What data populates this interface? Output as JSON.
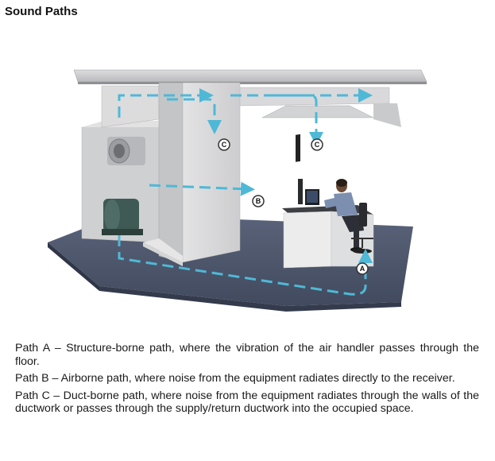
{
  "title": "Sound Paths",
  "markers": {
    "a": "A",
    "b": "B",
    "c": "C"
  },
  "captions": [
    {
      "label": "Path A –",
      "text": "Structure-borne path, where the vibration of the air handler passes through the floor."
    },
    {
      "label": "Path B –",
      "text": "Airborne path, where noise from the equipment radiates directly to the receiver."
    },
    {
      "label": "Path C –",
      "text": "Duct-borne path, where noise from the equipment radiates through the walls of the ductwork or passes through the supply/return ductwork into the occupied space."
    }
  ],
  "colors": {
    "arrow": "#4fb8d6",
    "floor": "#4f5870",
    "wall": "#c8c8ca",
    "ceiling": "#bfc0c3"
  }
}
